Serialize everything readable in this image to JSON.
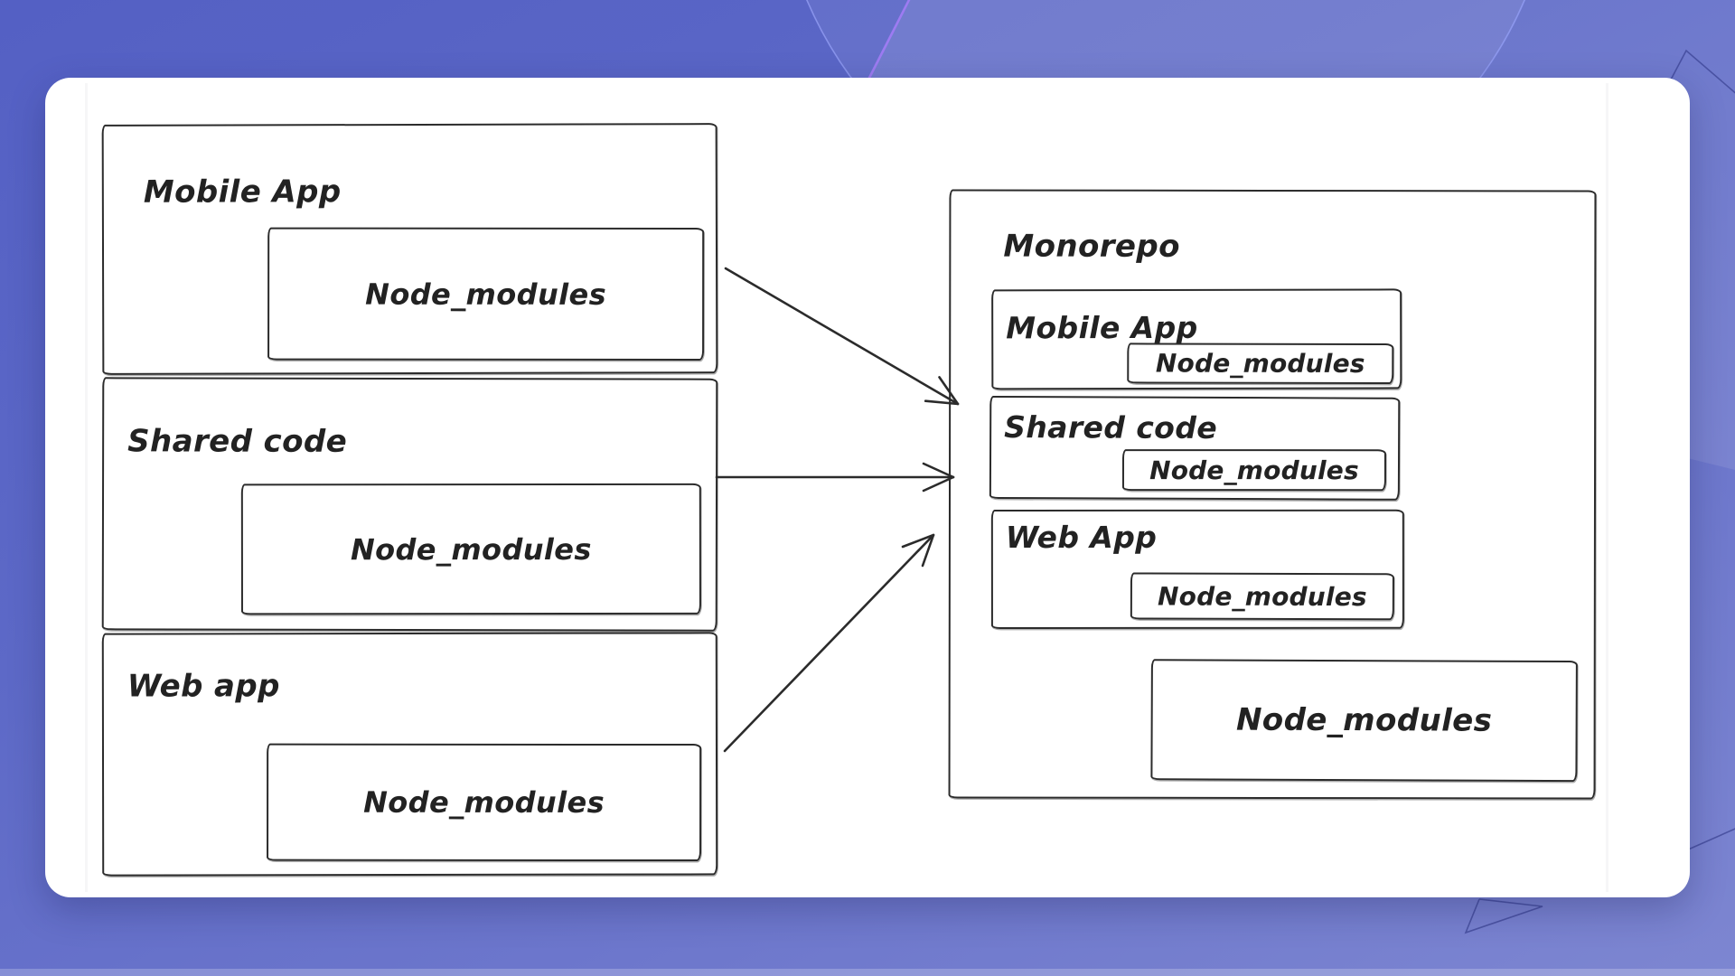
{
  "colors": {
    "ink": "#2b2b2b",
    "canvas_bg": "#ffffff",
    "background_top": "#5460c4",
    "background_bottom": "#7d86d1",
    "accent_line": "#9d7bf2"
  },
  "diagram": {
    "left_projects": [
      {
        "title": "Mobile App",
        "module_label": "Node_modules"
      },
      {
        "title": "Shared code",
        "module_label": "Node_modules"
      },
      {
        "title": "Web app",
        "module_label": "Node_modules"
      }
    ],
    "monorepo": {
      "title": "Monorepo",
      "packages": [
        {
          "title": "Mobile App",
          "module_label": "Node_modules"
        },
        {
          "title": "Shared code",
          "module_label": "Node_modules"
        },
        {
          "title": "Web App",
          "module_label": "Node_modules"
        }
      ],
      "shared_modules_label": "Node_modules"
    },
    "arrows": [
      {
        "from": "Mobile App",
        "to": "Monorepo"
      },
      {
        "from": "Shared code",
        "to": "Monorepo"
      },
      {
        "from": "Web app",
        "to": "Monorepo"
      }
    ]
  }
}
